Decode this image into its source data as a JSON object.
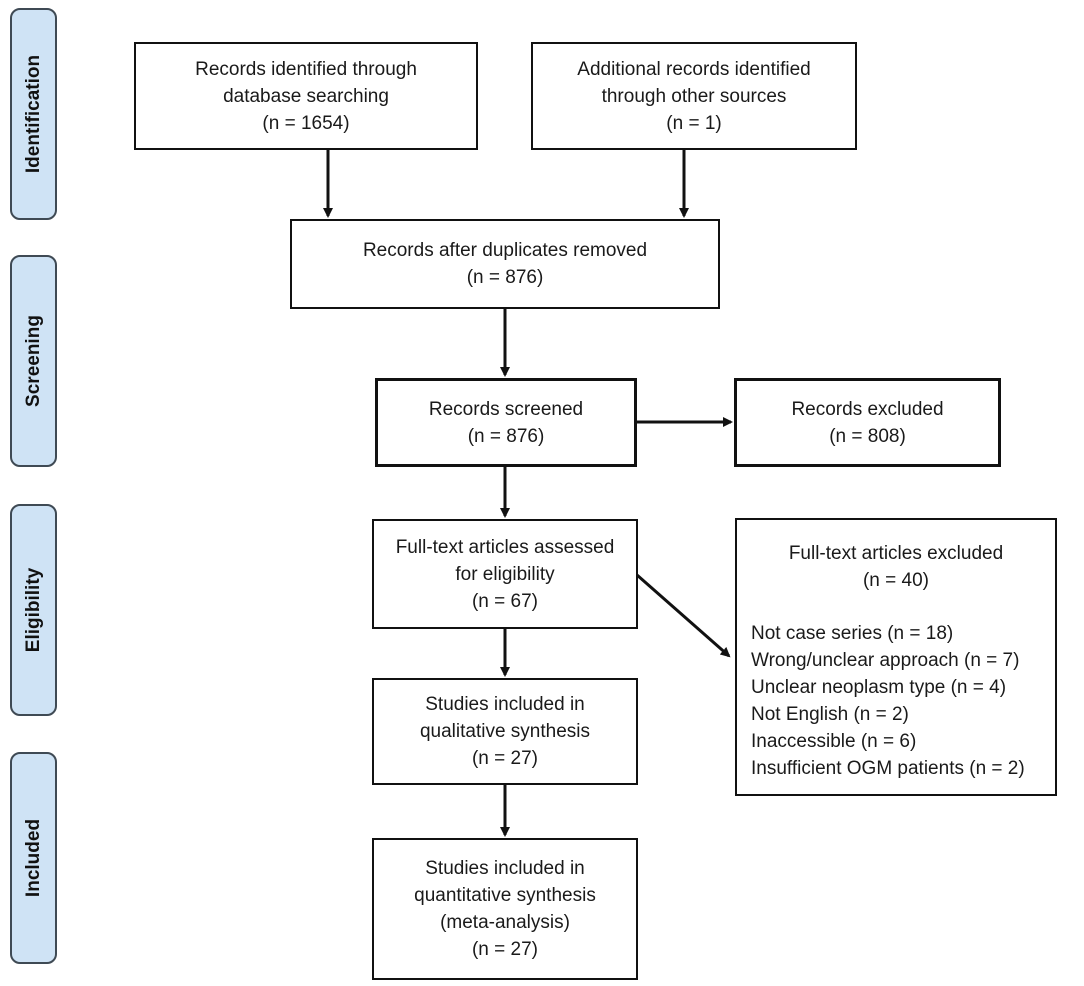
{
  "phases": {
    "identification": "Identification",
    "screening": "Screening",
    "eligibility": "Eligibility",
    "included": "Included"
  },
  "boxes": {
    "database": [
      "Records identified through",
      "database searching",
      "(n = 1654)"
    ],
    "other_sources": [
      "Additional records identified",
      "through other sources",
      "(n = 1)"
    ],
    "duplicates_removed": [
      "Records after duplicates removed",
      "(n = 876)"
    ],
    "screened": [
      "Records screened",
      "(n = 876)"
    ],
    "excluded": [
      "Records excluded",
      "(n = 808)"
    ],
    "fulltext_assessed": [
      "Full-text articles assessed",
      "for eligibility",
      "(n = 67)"
    ],
    "fulltext_excluded": {
      "heading": [
        "Full-text articles excluded",
        "(n = 40)"
      ],
      "reasons": [
        "Not case series (n = 18)",
        "Wrong/unclear approach (n = 7)",
        "Unclear neoplasm type (n = 4)",
        "Not English (n = 2)",
        "Inaccessible (n = 6)",
        "Insufficient OGM patients (n = 2)"
      ]
    },
    "qualitative": [
      "Studies included in",
      "qualitative synthesis",
      "(n = 27)"
    ],
    "quantitative": [
      "Studies included in",
      "quantitative synthesis",
      "(meta-analysis)",
      "(n = 27)"
    ]
  }
}
